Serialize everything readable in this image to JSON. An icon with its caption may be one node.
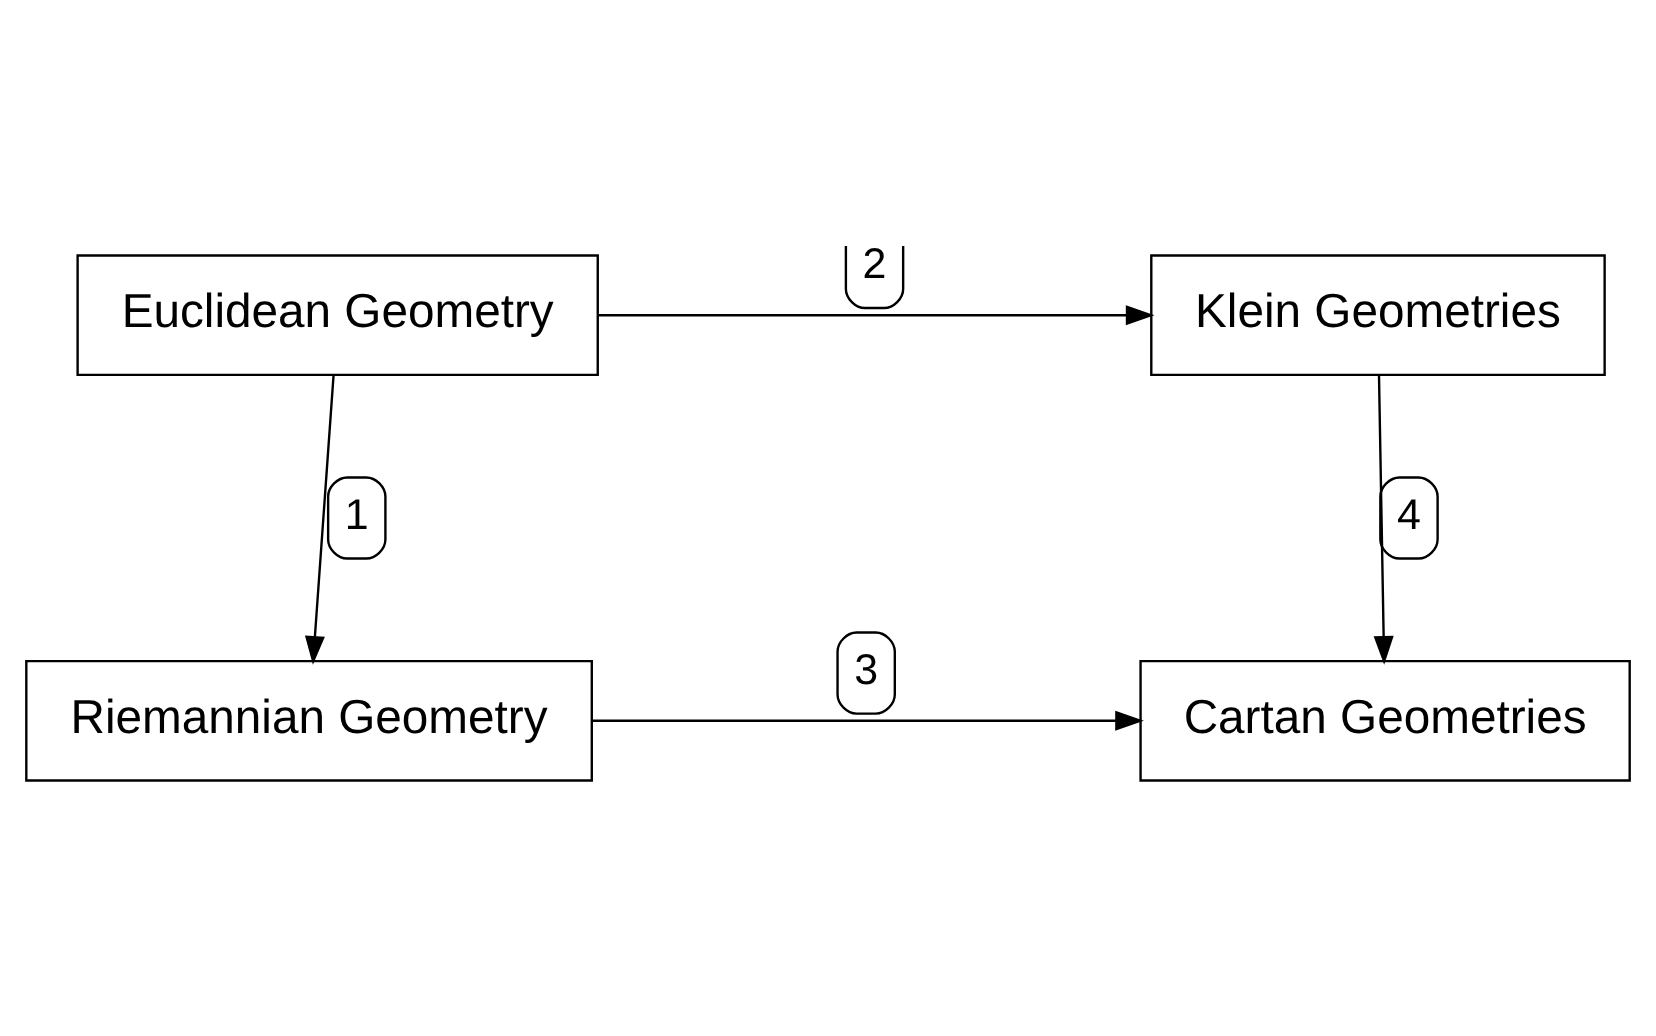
{
  "diagram": {
    "nodes": [
      {
        "text": [
          "Euclidean Geometry"
        ]
      },
      {
        "text": [
          "Klein Geometries"
        ]
      },
      {
        "text": [
          "Riemannian Geometry"
        ]
      },
      {
        "text": [
          "Cartan Geometries"
        ]
      }
    ],
    "edges": [
      {
        "from": 0,
        "to": 2,
        "arrow": "to",
        "label": "1"
      },
      {
        "from": 0,
        "to": 1,
        "arrow": "to",
        "label": "2"
      },
      {
        "from": 2,
        "to": 3,
        "arrow": "to",
        "label": "3"
      },
      {
        "from": 1,
        "to": 3,
        "arrow": "to",
        "label": "4"
      }
    ]
  }
}
